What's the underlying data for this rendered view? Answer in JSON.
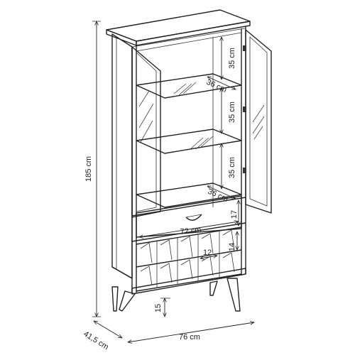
{
  "dimensions": {
    "height": "185 cm",
    "depth": "41,5 cm",
    "width": "76 cm",
    "legs": "15",
    "shelf_gap_top": "35 cm",
    "shelf_gap_middle": "35 cm",
    "shelf_gap_bottom": "35 cm",
    "shelf_depth_top": "36 cm",
    "shelf_depth_bottom": "36 cm",
    "drawer_width": "72 cm",
    "drawer_height": "17",
    "wine_rack_height": "14",
    "wine_cell_width": "12"
  }
}
